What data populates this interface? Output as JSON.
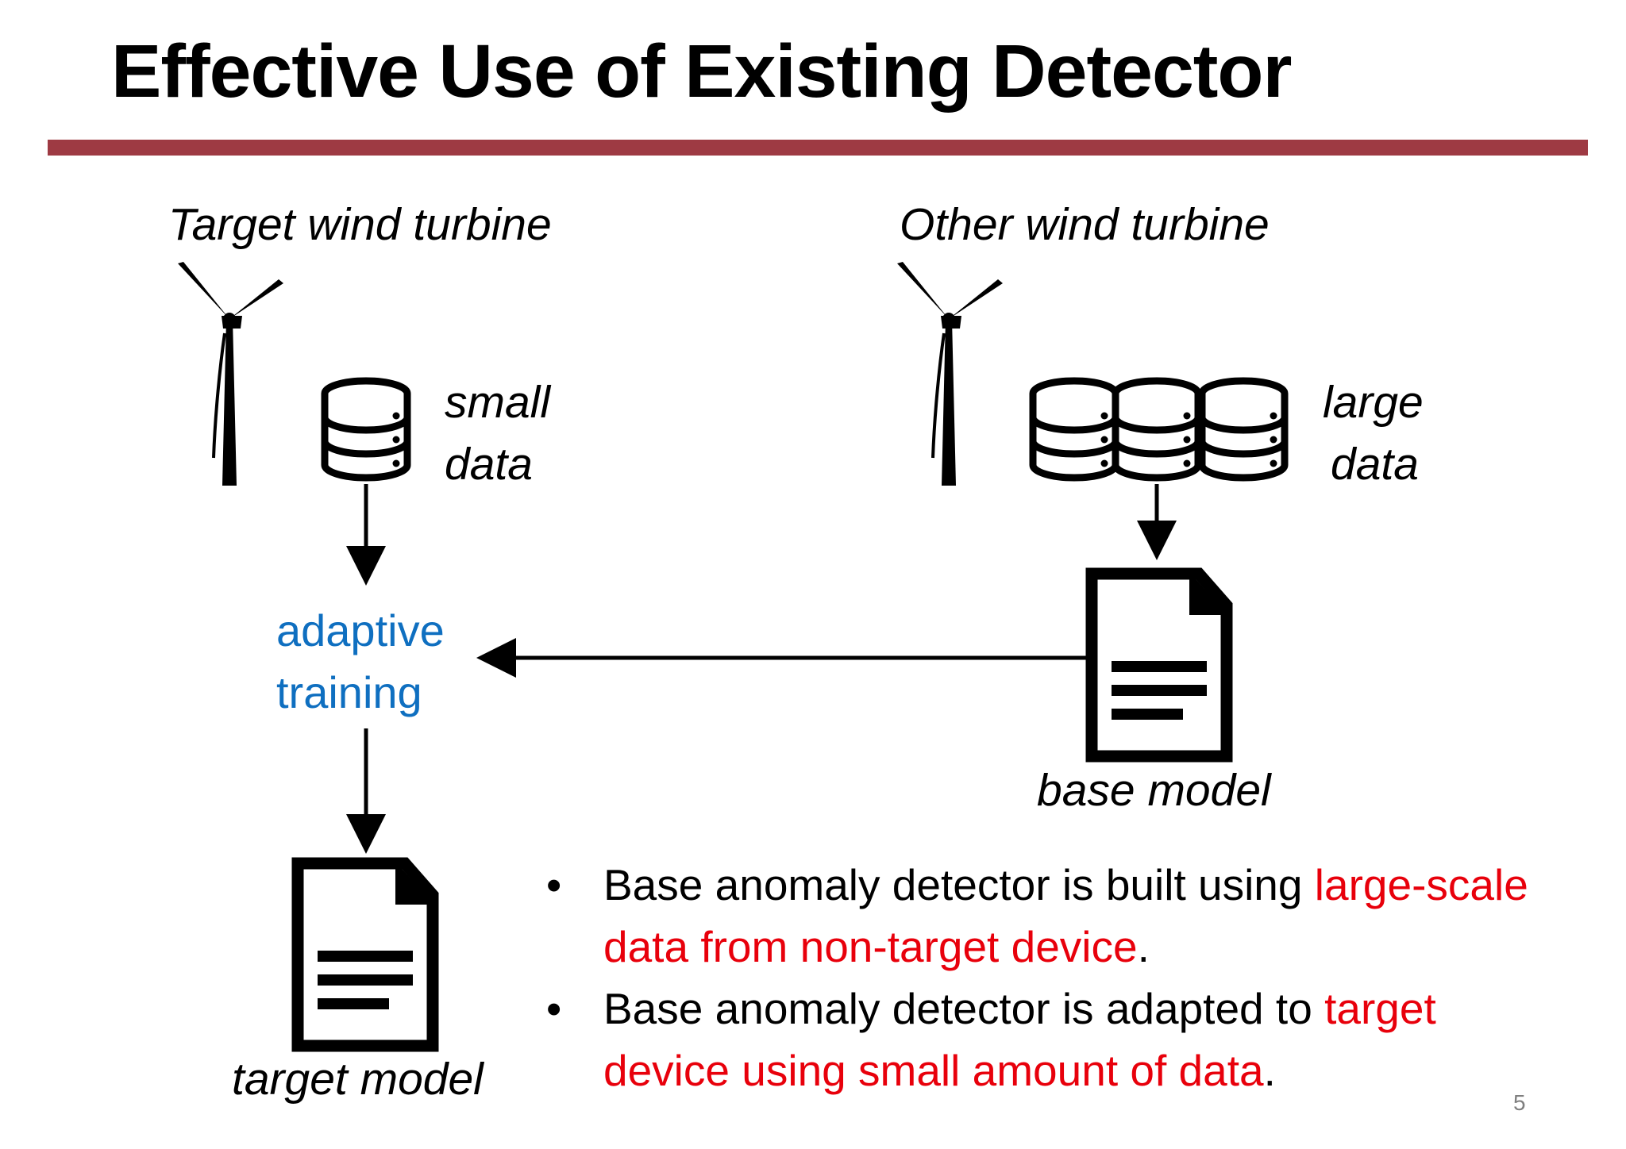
{
  "slide": {
    "title": "Effective Use of Existing Detector",
    "page_number": "5",
    "colors": {
      "title_rule": "#9e3a43",
      "highlight": "#e8000b",
      "process_text": "#0f6fc0",
      "text": "#000000",
      "page_number": "#7f7f7f"
    }
  },
  "diagram": {
    "target_turbine_label": "Target wind turbine",
    "other_turbine_label": "Other wind turbine",
    "small_data_line1": "small",
    "small_data_line2": "data",
    "large_data_line1": "large",
    "large_data_line2": "data",
    "adaptive_line1": "adaptive",
    "adaptive_line2": "training",
    "base_model_label": "base model",
    "target_model_label": "target model",
    "icons": [
      "wind-turbine-icon",
      "database-icon",
      "document-icon",
      "arrow-icon"
    ]
  },
  "bullets": [
    {
      "marker": "•",
      "text_plain": "Base anomaly detector is built using ",
      "text_highlight": "large-scale data from non-target device",
      "text_end": "."
    },
    {
      "marker": "•",
      "text_plain": "Base anomaly detector is adapted to ",
      "text_highlight": "target device using small amount of data",
      "text_end": "."
    }
  ]
}
